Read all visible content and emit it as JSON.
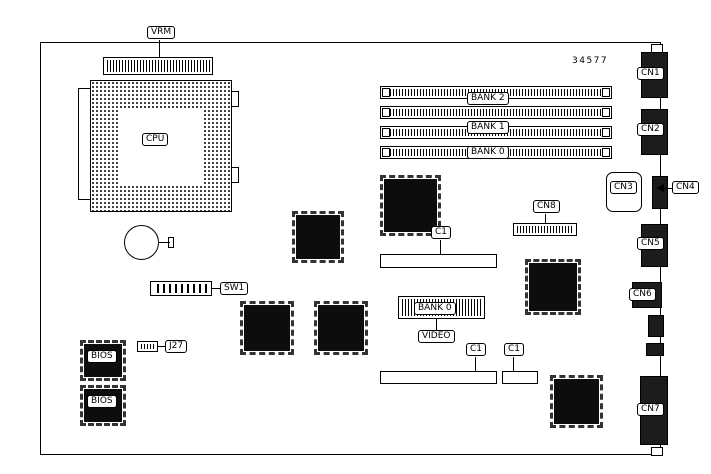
{
  "diagram": {
    "kind": "motherboard-layout",
    "part_number": "34577",
    "colors": {
      "board_line": "#000000",
      "chip_fill": "#0d0d0d",
      "background": "#ffffff"
    },
    "labels": {
      "vrm": "VRM",
      "cpu": "CPU",
      "bank2": "BANK 2",
      "bank1": "BANK 1",
      "bank0": "BANK 0",
      "cn1": "CN1",
      "cn2": "CN2",
      "cn3": "CN3",
      "cn4": "CN4",
      "cn5": "CN5",
      "cn6": "CN6",
      "cn7": "CN7",
      "cn8": "CN8",
      "c1": "C1",
      "sw1": "SW1",
      "j27": "J27",
      "bios": "BIOS",
      "video_bank0": "BANK 0",
      "video": "VIDEO"
    }
  }
}
